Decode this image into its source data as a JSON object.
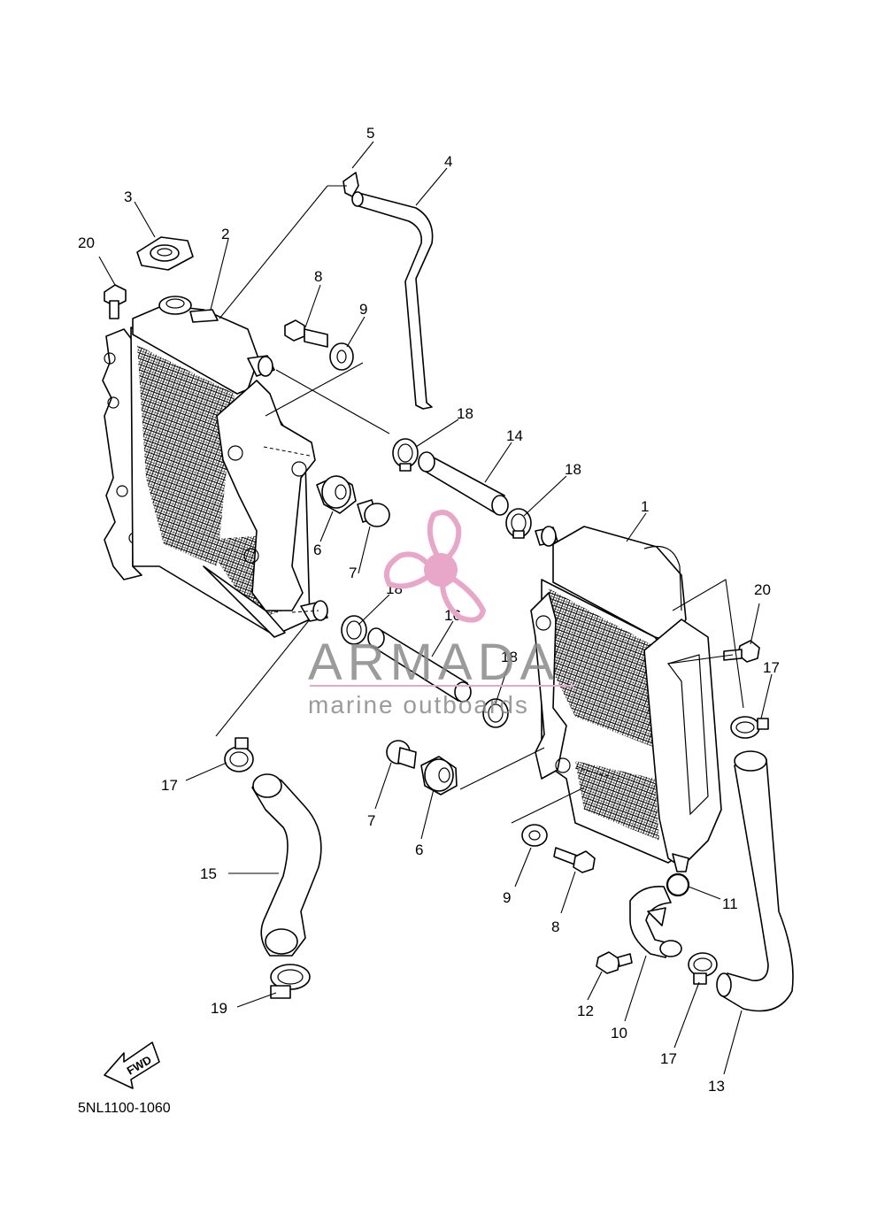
{
  "diagram": {
    "part_code": "5NL1100-1060",
    "fwd_label": "FWD",
    "callouts": [
      {
        "id": "c1",
        "text": "1"
      },
      {
        "id": "c2",
        "text": "2"
      },
      {
        "id": "c3",
        "text": "3"
      },
      {
        "id": "c4",
        "text": "4"
      },
      {
        "id": "c5",
        "text": "5"
      },
      {
        "id": "c6a",
        "text": "6"
      },
      {
        "id": "c6b",
        "text": "6"
      },
      {
        "id": "c7a",
        "text": "7"
      },
      {
        "id": "c7b",
        "text": "7"
      },
      {
        "id": "c8a",
        "text": "8"
      },
      {
        "id": "c8b",
        "text": "8"
      },
      {
        "id": "c9a",
        "text": "9"
      },
      {
        "id": "c9b",
        "text": "9"
      },
      {
        "id": "c10",
        "text": "10"
      },
      {
        "id": "c11",
        "text": "11"
      },
      {
        "id": "c12",
        "text": "12"
      },
      {
        "id": "c13",
        "text": "13"
      },
      {
        "id": "c14",
        "text": "14"
      },
      {
        "id": "c15",
        "text": "15"
      },
      {
        "id": "c16",
        "text": "16"
      },
      {
        "id": "c17a",
        "text": "17"
      },
      {
        "id": "c17b",
        "text": "17"
      },
      {
        "id": "c17c",
        "text": "17"
      },
      {
        "id": "c18a",
        "text": "18"
      },
      {
        "id": "c18b",
        "text": "18"
      },
      {
        "id": "c18c",
        "text": "18"
      },
      {
        "id": "c18d",
        "text": "18"
      },
      {
        "id": "c19",
        "text": "19"
      },
      {
        "id": "c20a",
        "text": "20"
      },
      {
        "id": "c20b",
        "text": "20"
      }
    ]
  },
  "watermark": {
    "brand": "ARMADA",
    "tagline": "marine outboards",
    "logo_icon": "propeller-icon",
    "logo_color": "#e8a6c8",
    "text_color": "#8a8a8a"
  }
}
